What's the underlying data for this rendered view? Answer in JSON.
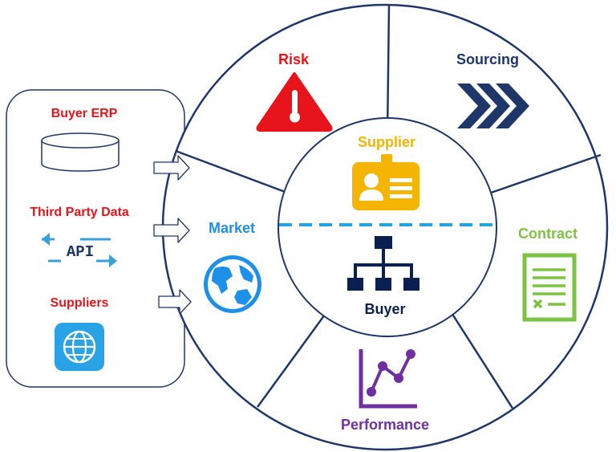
{
  "colors": {
    "navy": "#1f3668",
    "risk": "#e8141b",
    "sourcing": "#1f3668",
    "supplier": "#f5b400",
    "buyer": "#0a2050",
    "contract": "#7dc242",
    "performance": "#7030a0",
    "market": "#1e90e8",
    "left_labels": "#e8141b",
    "divider": "#25a3e0",
    "api_blue": "#3aa0d8"
  },
  "left_panel": {
    "items": [
      {
        "label": "Buyer ERP",
        "icon": "database-icon"
      },
      {
        "label": "Third Party Data",
        "icon": "api-icon"
      },
      {
        "label": "Suppliers",
        "icon": "globe-badge-icon"
      }
    ],
    "api_text": "API"
  },
  "wheel": {
    "segments": [
      {
        "label": "Risk",
        "icon": "warning-thermometer-icon"
      },
      {
        "label": "Sourcing",
        "icon": "chevrons-icon"
      },
      {
        "label": "Contract",
        "icon": "contract-document-icon"
      },
      {
        "label": "Performance",
        "icon": "line-chart-icon"
      },
      {
        "label": "Market",
        "icon": "globe-icon"
      }
    ],
    "center_top": {
      "label": "Supplier",
      "icon": "id-badge-icon"
    },
    "center_bottom": {
      "label": "Buyer",
      "icon": "org-chart-icon"
    }
  }
}
